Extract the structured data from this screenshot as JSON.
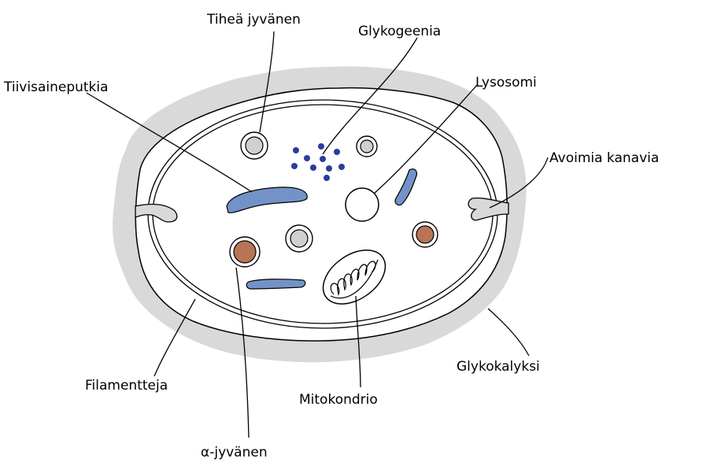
{
  "labels": {
    "dense_granule": "Tiheä jyvänen",
    "glycogen": "Glykogeenia",
    "lysosome": "Lysosomi",
    "dense_tubular": "Tiivisaineputkia",
    "open_canals": "Avoimia kanavia",
    "glycocalyx": "Glykokalyksi",
    "filaments": "Filamentteja",
    "mitochondrion": "Mitokondrio",
    "alpha_granule": "α-jyvänen"
  },
  "colors": {
    "glycocalyx_halo": "#d9d9d9",
    "dense_tubular": "#7393c8",
    "glycogen_dots": "#2a3d9c",
    "alpha_granule": "#b87555",
    "dense_granule_core": "#d0d0d0"
  }
}
